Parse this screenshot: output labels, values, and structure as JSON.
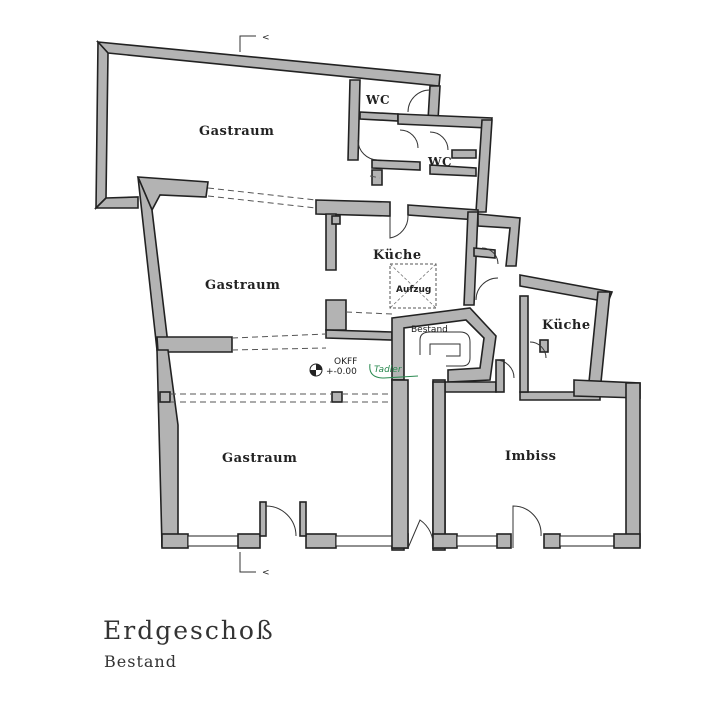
{
  "rooms": {
    "gastraum_top": "Gastraum",
    "gastraum_middle": "Gastraum",
    "gastraum_bottom": "Gastraum",
    "kueche_center": "Küche",
    "kueche_right": "Küche",
    "imbiss": "Imbiss",
    "wc_left": "WC",
    "wc_right": "WC",
    "aufzug": "Aufzug",
    "bestand_label": "Bestand"
  },
  "level_marker": {
    "okff": "OKFF",
    "value": "+-0.00"
  },
  "handwritten_note": "Tadler",
  "section_marker": "<",
  "title": {
    "main": "Erdgeschoß",
    "sub": "Bestand"
  }
}
